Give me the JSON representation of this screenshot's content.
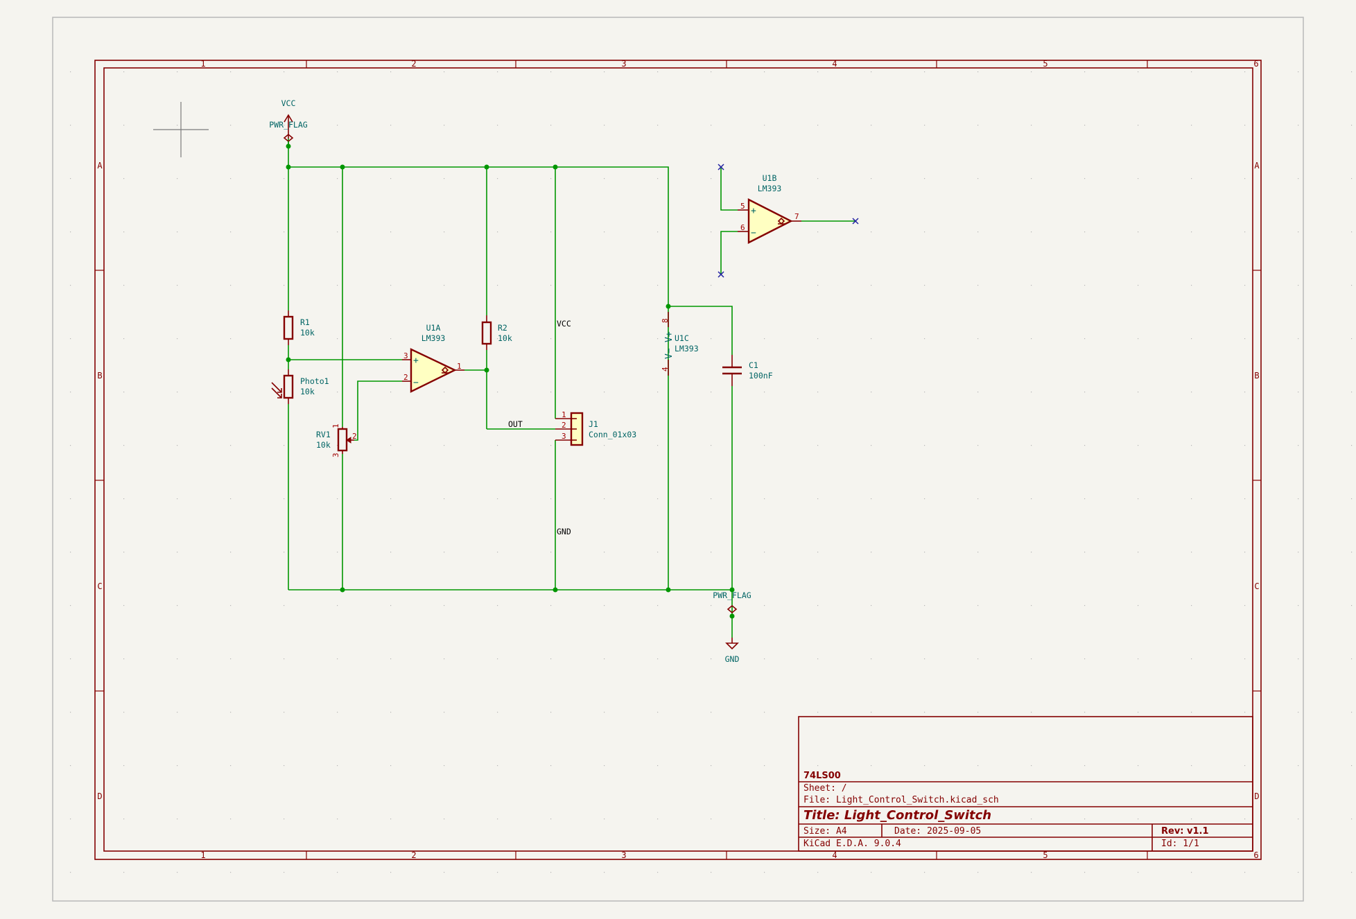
{
  "app": "KiCad Schematic Editor",
  "frame": {
    "columns": [
      "1",
      "2",
      "3",
      "4",
      "5",
      "6"
    ],
    "rows": [
      "A",
      "B",
      "C",
      "D"
    ]
  },
  "symbols": {
    "vcc_power": {
      "name": "VCC"
    },
    "pwr_flag_top": {
      "name": "PWR_FLAG"
    },
    "pwr_flag_bottom": {
      "name": "PWR_FLAG"
    },
    "gnd_power": {
      "name": "GND"
    },
    "r1": {
      "ref": "R1",
      "value": "10k"
    },
    "photo1": {
      "ref": "Photo1",
      "value": "10k"
    },
    "rv1": {
      "ref": "RV1",
      "value": "10k",
      "pins": [
        "1",
        "2",
        "3"
      ]
    },
    "r2": {
      "ref": "R2",
      "value": "10k"
    },
    "u1a": {
      "ref": "U1A",
      "value": "LM393",
      "pins": {
        "plus": "3",
        "minus": "2",
        "out": "1"
      },
      "plus_sign": "+",
      "minus_sign": "−"
    },
    "u1b": {
      "ref": "U1B",
      "value": "LM393",
      "pins": {
        "plus": "5",
        "minus": "6",
        "out": "7"
      },
      "plus_sign": "+",
      "minus_sign": "−"
    },
    "u1c": {
      "ref": "U1C",
      "value": "LM393",
      "pins": {
        "vplus": "8",
        "vminus": "4"
      },
      "vplus_label": "V+",
      "vminus_label": "V−"
    },
    "c1": {
      "ref": "C1",
      "value": "100nF"
    },
    "j1": {
      "ref": "J1",
      "value": "Conn_01x03",
      "pins": [
        "1",
        "2",
        "3"
      ]
    }
  },
  "net_labels": {
    "vcc": "VCC",
    "out": "OUT",
    "gnd": "GND"
  },
  "title_block": {
    "company": "74LS00",
    "sheet": "Sheet: /",
    "file": "File: Light_Control_Switch.kicad_sch",
    "title": "Title: Light_Control_Switch",
    "size": "Size: A4",
    "date": "Date: 2025-09-05",
    "rev": "Rev: v1.1",
    "generator": "KiCad E.D.A. 9.0.4",
    "id": "Id: 1/1"
  },
  "colors": {
    "background": "#f5f4ef",
    "frame": "#840000",
    "wire": "#009600",
    "symbol_body": "#840000",
    "symbol_fill": "#ffffc2",
    "reference_text": "#006464",
    "no_connect": "#2020a0"
  }
}
